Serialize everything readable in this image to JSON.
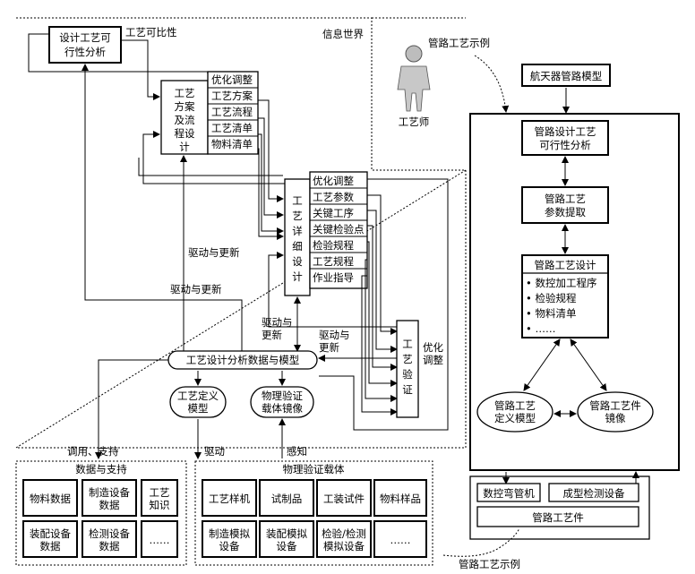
{
  "info_world": "信息世界",
  "feasibility": "设计工艺可行性分析",
  "feasibility_line1": "设计工艺可",
  "feasibility_line2": "行性分析",
  "comparability": "工艺可比性",
  "plan_design": [
    "工艺",
    "方案",
    "及流",
    "程设",
    "计"
  ],
  "plan_outputs": [
    "优化调整",
    "工艺方案",
    "工艺流程",
    "工艺清单",
    "物料清单"
  ],
  "detail_design": [
    "工",
    "艺",
    "详",
    "细",
    "设",
    "计"
  ],
  "detail_outputs": [
    "优化调整",
    "工艺参数",
    "关键工序",
    "关键检验点",
    "检验规程",
    "工艺规程",
    "作业指导"
  ],
  "drive_update": "驱动与更新",
  "drive_update_a": [
    "驱动与",
    "更新"
  ],
  "drive_update_b": [
    "驱动与",
    "更新"
  ],
  "verify": [
    "工",
    "艺",
    "验",
    "证"
  ],
  "optimize": [
    "优化",
    "调整"
  ],
  "core_model": "工艺设计分析数据与模型",
  "def_model": [
    "工艺定义",
    "模型"
  ],
  "mirror": [
    "物理验证",
    "载体镜像"
  ],
  "call_support": "调用、支持",
  "drive": "驱动",
  "sense": "感知",
  "engineer": "工艺师",
  "example": "管路工艺示例",
  "data_support": {
    "title": "数据与支持",
    "row1": [
      "物料数据",
      [
        "制造设备",
        "数据"
      ],
      [
        "工艺",
        "知识"
      ]
    ],
    "row2": [
      [
        "装配设备",
        "数据"
      ],
      [
        "检测设备",
        "数据"
      ],
      "……"
    ]
  },
  "physical": {
    "title": "物理验证载体",
    "row1": [
      "工艺样机",
      "试制品",
      "工装试件",
      "物料样品"
    ],
    "row2": [
      [
        "制造模拟",
        "设备"
      ],
      [
        "装配模拟",
        "设备"
      ],
      [
        "检验/检测",
        "模拟设备"
      ],
      "……"
    ]
  },
  "right": {
    "aircraft_model": "航天器管路模型",
    "feasibility": [
      "管路设计工艺",
      "可行性分析"
    ],
    "param_extract": [
      "管路工艺",
      "参数提取"
    ],
    "design_title": "管路工艺设计",
    "design_items": [
      "• 数控加工程序",
      "• 检验规程",
      "• 物料清单",
      "• ……"
    ],
    "def_model": [
      "管路工艺",
      "定义模型"
    ],
    "mirror": [
      "管路工艺件",
      "镜像"
    ],
    "cnc": "数控弯管机",
    "inspect": "成型检测设备",
    "part": "管路工艺件"
  }
}
